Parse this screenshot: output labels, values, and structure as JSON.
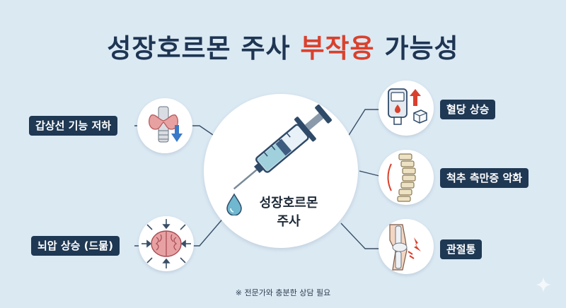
{
  "title": {
    "part1": "성장호르몬 주사",
    "highlight": "부작용",
    "part2": "가능성"
  },
  "center": {
    "line1": "성장호르몬",
    "line2": "주사",
    "icon": "syringe-icon"
  },
  "effects": [
    {
      "label": "갑상선 기능 저하",
      "icon": "thyroid-down-icon"
    },
    {
      "label": "뇌압 상승 (드묾)",
      "icon": "brain-pressure-icon"
    },
    {
      "label": "혈당 상승",
      "icon": "glucose-meter-up-icon"
    },
    {
      "label": "척추 측만증 악화",
      "icon": "spine-curve-icon"
    },
    {
      "label": "관절통",
      "icon": "knee-pain-icon"
    }
  ],
  "footnote": "※ 전문가와 충분한 상담 필요",
  "colors": {
    "title": "#1e3553",
    "highlight": "#d9412d",
    "tag_bg": "#1f3853",
    "background": "#dbe9f3"
  }
}
